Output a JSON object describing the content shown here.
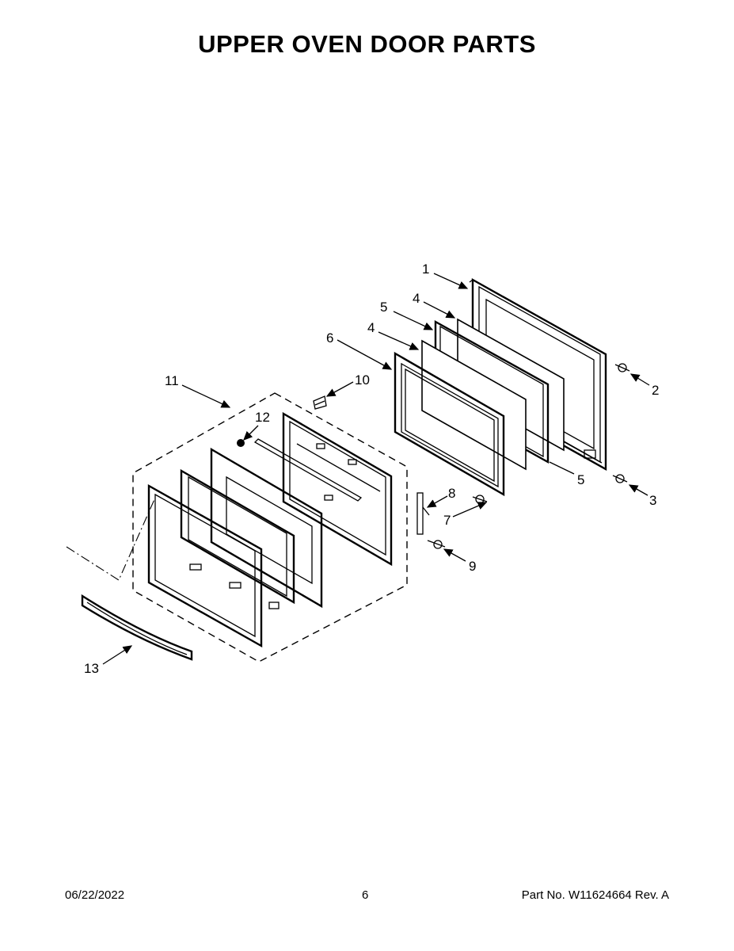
{
  "title": "UPPER OVEN DOOR PARTS",
  "callouts": {
    "c1": "1",
    "c2": "2",
    "c3": "3",
    "c4a": "4",
    "c4b": "4",
    "c5a": "5",
    "c5b": "5",
    "c6": "6",
    "c7": "7",
    "c8": "8",
    "c9": "9",
    "c10": "10",
    "c11": "11",
    "c12": "12",
    "c13": "13"
  },
  "footer": {
    "date": "06/22/2022",
    "page": "6",
    "part_no": "Part No.  W11624664  Rev.  A"
  }
}
